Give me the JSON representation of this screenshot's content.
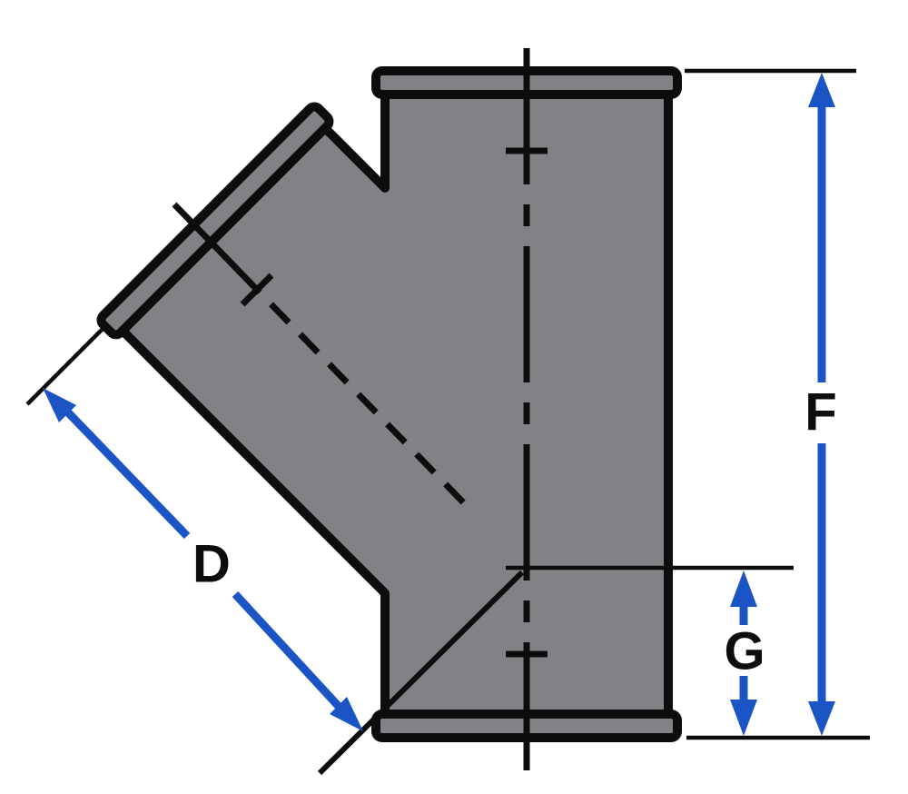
{
  "diagram": {
    "dims": {
      "d": {
        "label": "D"
      },
      "f": {
        "label": "F"
      },
      "g": {
        "label": "G"
      }
    },
    "colors": {
      "fitting_fill": "#818285",
      "outline": "#0d0d0d",
      "dimension_blue": "#1b54c4",
      "background": "#ffffff"
    }
  }
}
